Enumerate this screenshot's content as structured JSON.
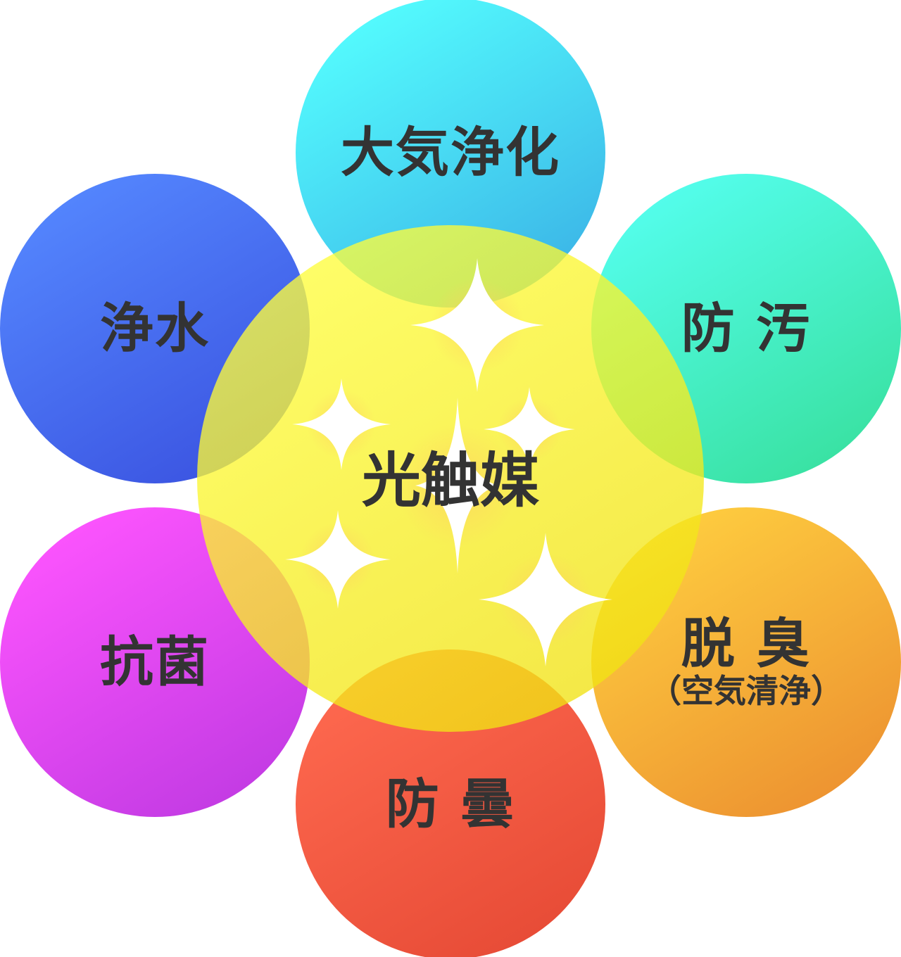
{
  "center": {
    "label": "光触媒",
    "color": "#f5f02a"
  },
  "petals": [
    {
      "id": "air",
      "label": "大気浄化",
      "colors": [
        "#55ffff",
        "#3ab2e6"
      ]
    },
    {
      "id": "water",
      "label": "浄水",
      "colors": [
        "#5588ff",
        "#3a52e0"
      ]
    },
    {
      "id": "antifouling",
      "label": "防 汚",
      "colors": [
        "#55fff0",
        "#38e09e"
      ]
    },
    {
      "id": "antibacterial",
      "label": "抗菌",
      "colors": [
        "#ff55ff",
        "#c03ae2"
      ]
    },
    {
      "id": "deodorize",
      "label": "脱 臭",
      "sub": "（空気清浄）",
      "colors": [
        "#ffd040",
        "#ec9030"
      ]
    },
    {
      "id": "antifog",
      "label": "防 曇",
      "colors": [
        "#ff6a50",
        "#e64a35"
      ]
    }
  ]
}
